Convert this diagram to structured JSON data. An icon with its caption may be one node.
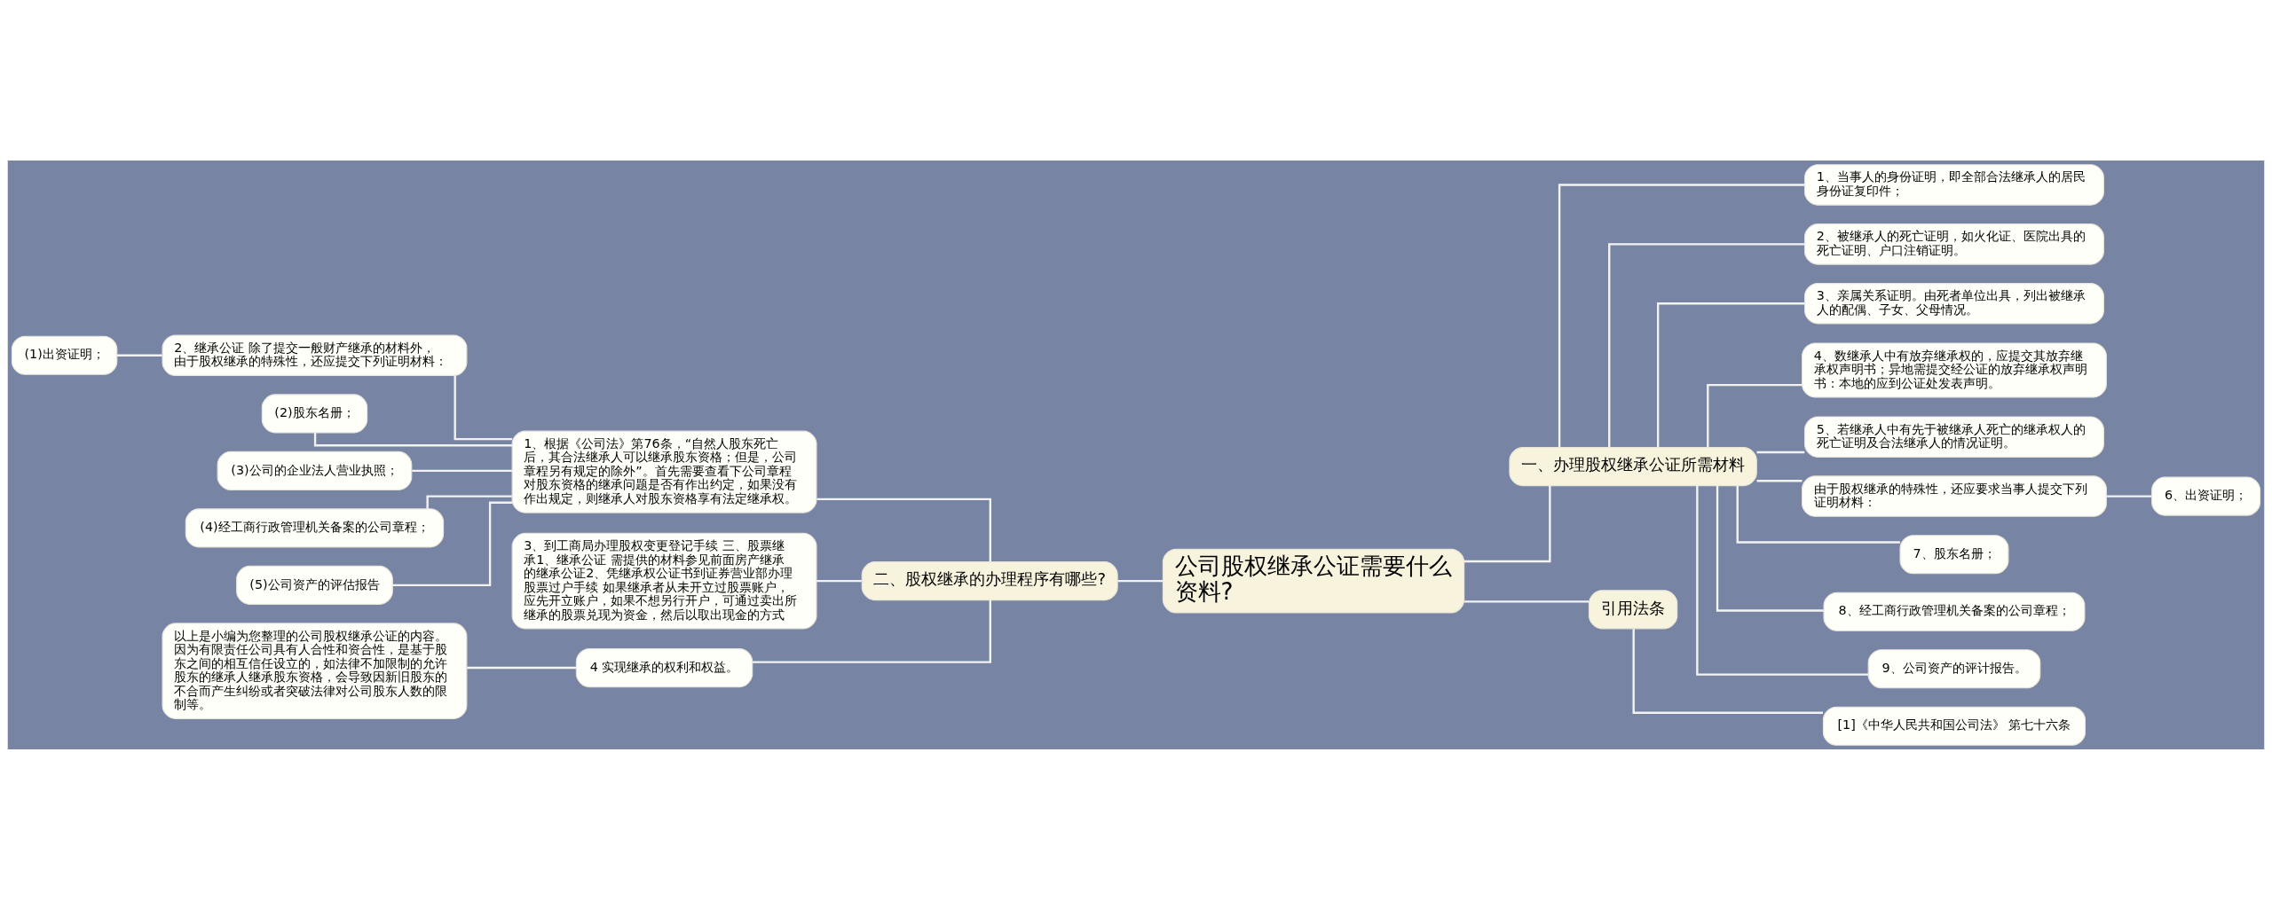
{
  "diagram": {
    "nodes": [
      {
        "text": [
          "公司股权继承公证需要什么资料?"
        ]
      },
      {
        "text": [
          "一、办理股权继承公证所需材料"
        ]
      },
      {
        "text": [
          "1、当事人的身份证明，即全部合法继承人的居民身份证复印件；"
        ]
      },
      {
        "text": [
          "2、被继承人的死亡证明，如火化证、医院出具的死亡证明、户口注销证明。"
        ]
      },
      {
        "text": [
          "3、亲属关系证明。由死者单位出具，列出被继承人的配偶、子女、父母情况。"
        ]
      },
      {
        "text": [
          "4、数继承人中有放弃继承权的，应提交其放弃继承权声明书；异地需提交经公证的放弃继承权声明书：本地的应到公证处发表声明。"
        ]
      },
      {
        "text": [
          "5、若继承人中有先于被继承人死亡的继承权人的死亡证明及合法继承人的情况证明。"
        ]
      },
      {
        "text": [
          "由于股权继承的特殊性，还应要求当事人提交下列证明材料："
        ]
      },
      {
        "text": [
          "6、出资证明；"
        ]
      },
      {
        "text": [
          "7、股东名册；"
        ]
      },
      {
        "text": [
          "8、经工商行政管理机关备案的公司章程；"
        ]
      },
      {
        "text": [
          "9、公司资产的评计报告。"
        ]
      },
      {
        "text": [
          "引用法条"
        ]
      },
      {
        "text": [
          "[1]《中华人民共和国公司法》 第七十六条"
        ]
      },
      {
        "text": [
          "二、股权继承的办理程序有哪些?"
        ]
      },
      {
        "text": [
          "1、根据《公司法》第76条，“自然人股东死亡后，其合法继承人可以继承股东资格；但是，公司章程另有规定的除外”。首先需要查看下公司章程对股东资格的继承问题是否有作出约定，如果没有作出规定，则继承人对股东资格享有法定继承权。"
        ]
      },
      {
        "text": [
          "2、继承公证 除了提交一般财产继承的材料外，由于股权继承的特殊性，还应提交下列证明材料："
        ]
      },
      {
        "text": [
          "(1)出资证明；"
        ]
      },
      {
        "text": [
          "(2)股东名册；"
        ]
      },
      {
        "text": [
          "(3)公司的企业法人营业执照；"
        ]
      },
      {
        "text": [
          "(4)经工商行政管理机关备案的公司章程；"
        ]
      },
      {
        "text": [
          "(5)公司资产的评估报告"
        ]
      },
      {
        "text": [
          "3、到工商局办理股权变更登记手续 三、股票继承1、继承公证 需提供的材料参见前面房产继承的继承公证2、凭继承权公证书到证券营业部办理股票过户手续 如果继承者从未开立过股票账户，应先开立账户，如果不想另行开户，可通过卖出所继承的股票兑现为资金，然后以取出现金的方式"
        ]
      },
      {
        "text": [
          "4 实现继承的权利和权益。"
        ]
      },
      {
        "text": [
          "以上是小编为您整理的公司股权继承公证的内容。因为有限责任公司具有人合性和资合性，是基于股东之间的相互信任设立的，如法律不加限制的允许股东的继承人继承股东资格，会导致因新旧股东的不合而产生纠纷或者突破法律对公司股东人数的限制等。"
        ]
      }
    ],
    "edges": [
      {
        "from": 0,
        "to": 1,
        "arrow": "none"
      },
      {
        "from": 1,
        "to": 2,
        "arrow": "none"
      },
      {
        "from": 1,
        "to": 3,
        "arrow": "none"
      },
      {
        "from": 1,
        "to": 4,
        "arrow": "none"
      },
      {
        "from": 1,
        "to": 5,
        "arrow": "none"
      },
      {
        "from": 1,
        "to": 6,
        "arrow": "none"
      },
      {
        "from": 1,
        "to": 7,
        "arrow": "none"
      },
      {
        "from": 7,
        "to": 8,
        "arrow": "none"
      },
      {
        "from": 1,
        "to": 9,
        "arrow": "none"
      },
      {
        "from": 1,
        "to": 10,
        "arrow": "none"
      },
      {
        "from": 1,
        "to": 11,
        "arrow": "none"
      },
      {
        "from": 0,
        "to": 12,
        "arrow": "none"
      },
      {
        "from": 12,
        "to": 13,
        "arrow": "none"
      },
      {
        "from": 0,
        "to": 14,
        "arrow": "none"
      },
      {
        "from": 14,
        "to": 15,
        "arrow": "none"
      },
      {
        "from": 15,
        "to": 16,
        "arrow": "none"
      },
      {
        "from": 16,
        "to": 17,
        "arrow": "none"
      },
      {
        "from": 15,
        "to": 18,
        "arrow": "none"
      },
      {
        "from": 15,
        "to": 19,
        "arrow": "none"
      },
      {
        "from": 15,
        "to": 20,
        "arrow": "none"
      },
      {
        "from": 15,
        "to": 21,
        "arrow": "none"
      },
      {
        "from": 14,
        "to": 22,
        "arrow": "none"
      },
      {
        "from": 14,
        "to": 23,
        "arrow": "none"
      },
      {
        "from": 23,
        "to": 24,
        "arrow": "none"
      }
    ]
  }
}
